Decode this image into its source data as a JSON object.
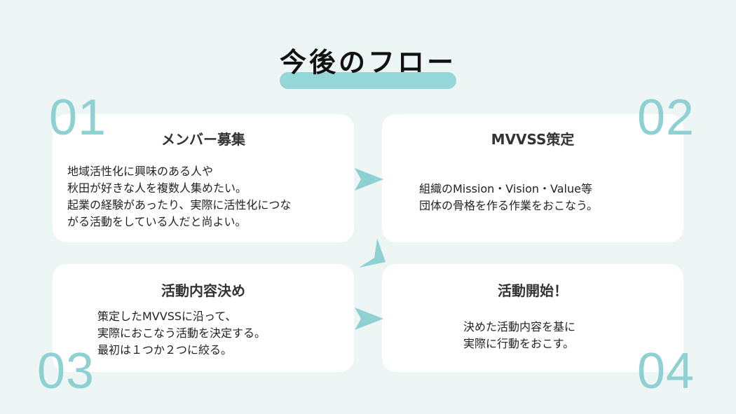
{
  "title": "今後のフロー",
  "steps": [
    {
      "number": "01",
      "heading": "メンバー募集",
      "body": "地域活性化に興味のある人や\n秋田が好きな人を複数人集めたい。\n起業の経験があったり、実際に活性化につな\nがる活動をしている人だと尚よい。"
    },
    {
      "number": "02",
      "heading": "MVVSS策定",
      "body": "組織のMission・Vision・Value等\n団体の骨格を作る作業をおこなう。"
    },
    {
      "number": "03",
      "heading": "活動内容決め",
      "body": "策定したMVVSSに沿って、\n実際におこなう活動を決定する。\n最初は１つか２つに絞る。"
    },
    {
      "number": "04",
      "heading": "活動開始！",
      "body": "決めた活動内容を基に\n実際に行動をおこす。"
    }
  ],
  "colors": {
    "accent": "#93d3d6",
    "background": "#eef5f5"
  }
}
